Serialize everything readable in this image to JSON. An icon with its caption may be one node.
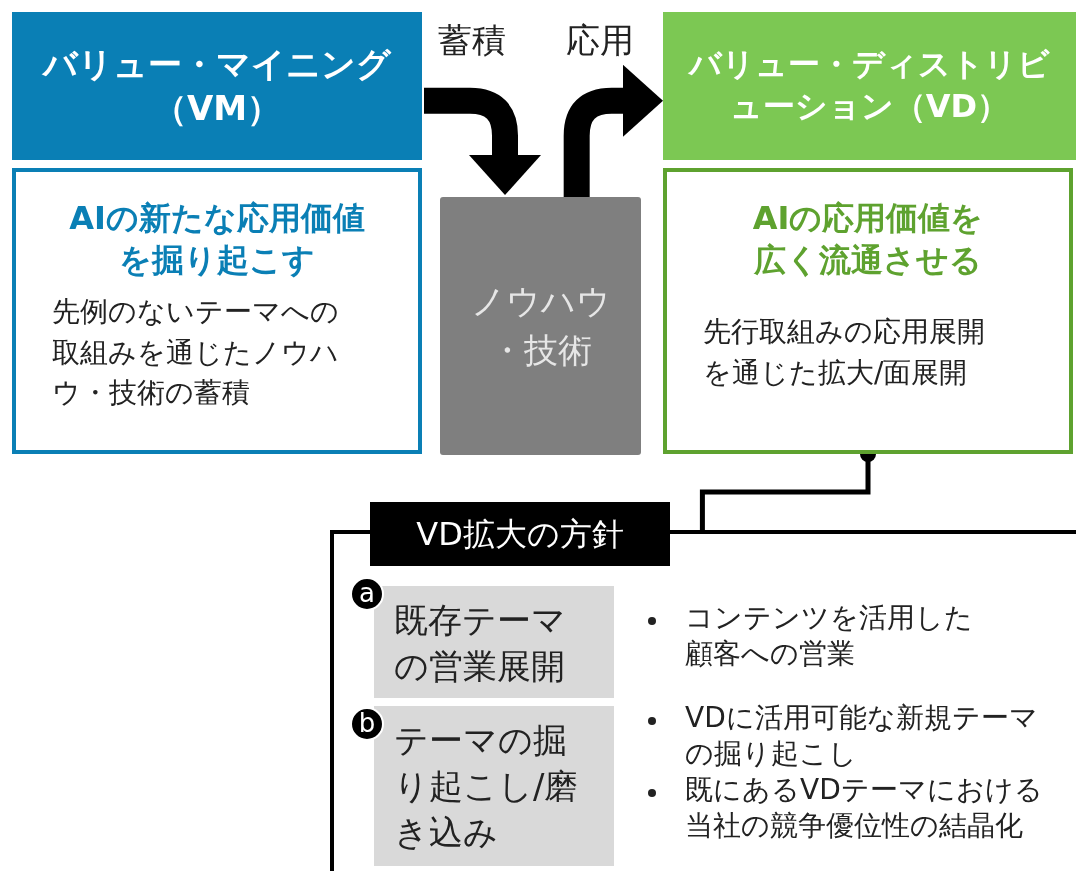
{
  "diagram": {
    "nodes": [
      {
        "text": [
          "バリュー・マイニング（VM）"
        ]
      },
      {
        "text": [
          "AIの新たな応用価値を掘り起こす",
          "先例のないテーマへの取組みを通じたノウハウ・技術の蓄積"
        ]
      },
      {
        "text": [
          "ノウハウ・技術"
        ]
      },
      {
        "text": [
          "バリュー・ディストリビューション（VD）"
        ]
      },
      {
        "text": [
          "AIの応用価値を広く流通させる",
          "先行取組みの応用展開を通じた拡大/面展開"
        ]
      },
      {
        "text": [
          "VD拡大の方針"
        ]
      },
      {
        "text": [
          "a"
        ],
        "in": 5
      },
      {
        "text": [
          "既存テーマの営業展開"
        ],
        "in": 5
      },
      {
        "text": [
          "b"
        ],
        "in": 5
      },
      {
        "text": [
          "テーマの掘り起こし/磨き込み"
        ],
        "in": 5
      }
    ],
    "edges": [
      {
        "from": 0,
        "to": 2,
        "arrow": "to",
        "label": "蓄積"
      },
      {
        "from": 2,
        "to": 3,
        "arrow": "to",
        "label": "応用"
      },
      {
        "from": 4,
        "to": 5,
        "arrow": "other"
      }
    ],
    "labels": [
      "コンテンツを活用した顧客への営業",
      "VDに活用可能な新規テーマの掘り起こし",
      "既にあるVDテーマにおける当社の競争優位性の結晶化"
    ]
  }
}
